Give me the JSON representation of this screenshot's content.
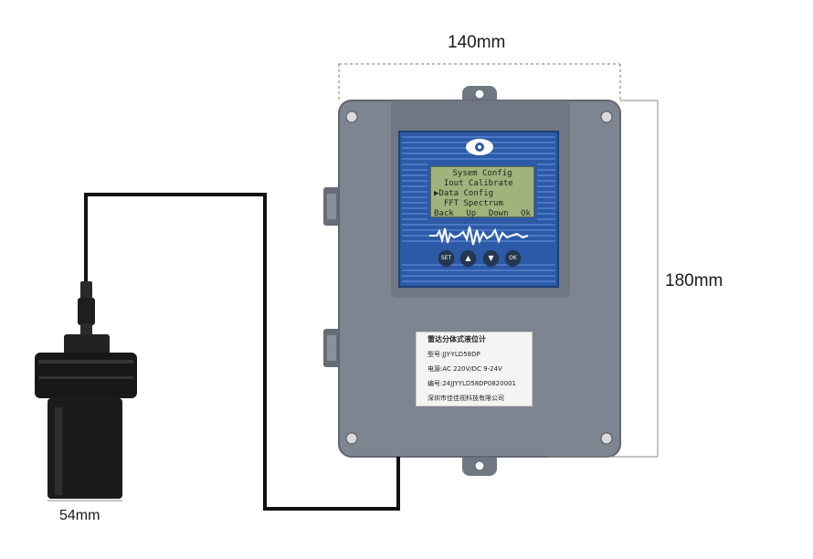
{
  "dimensions": {
    "width_label": "140mm",
    "height_label": "180mm",
    "sensor_label": "54mm"
  },
  "lcd": {
    "title": "Sysem Config",
    "items": [
      "Iout Calibrate",
      "Data Config",
      "FFT Spectrum"
    ],
    "selected_marker": "▶",
    "softkeys": [
      "Back",
      "Up",
      "Down",
      "Ok"
    ]
  },
  "buttons": {
    "set": "SET",
    "up": "▲",
    "down": "▼",
    "ok": "OK"
  },
  "nameplate": {
    "product": "雷达分体式液位计",
    "model": "型号:JJY-YLD58DP",
    "power": "电源:AC 220V/DC 9-24V",
    "serial": "编号:24JJYYLD58DP0820001",
    "company": "深圳市佳佳视科技有限公司"
  },
  "colors": {
    "housing": "#7d8590",
    "panel_blue": "#2d5aa6",
    "lcd_green": "#9fb37d",
    "cable": "#111111"
  },
  "icons": [
    "eye-logo-icon",
    "waveform-icon"
  ]
}
